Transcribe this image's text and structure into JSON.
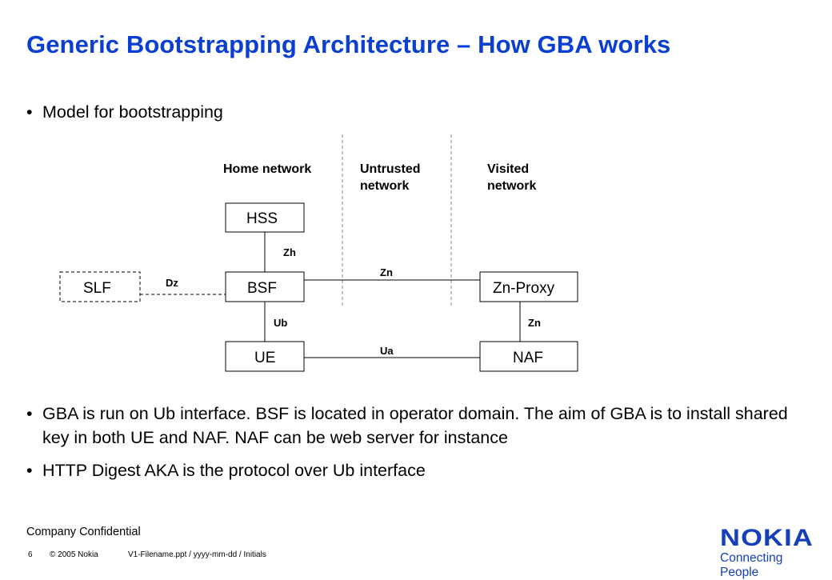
{
  "title": "Generic Bootstrapping Architecture – How GBA works",
  "bullets": [
    {
      "marker": "•",
      "text": "Model for bootstrapping"
    },
    {
      "marker": "•",
      "text": "GBA is run on Ub interface. BSF is located in operator domain. The aim of GBA is to install shared key in both UE and NAF. NAF can be web server for instance"
    },
    {
      "marker": "•",
      "text": "HTTP Digest AKA is the protocol over Ub interface"
    }
  ],
  "diagram": {
    "regions": {
      "home": "Home network",
      "untrusted_1": "Untrusted",
      "untrusted_2": "network",
      "visited_1": "Visited",
      "visited_2": "network"
    },
    "nodes": {
      "hss": "HSS",
      "bsf": "BSF",
      "ue": "UE",
      "slf": "SLF",
      "zn_proxy": "Zn-Proxy",
      "naf": "NAF"
    },
    "links": {
      "zh": "Zh",
      "dz": "Dz",
      "zn_top": "Zn",
      "ub": "Ub",
      "zn_right": "Zn",
      "ua": "Ua"
    }
  },
  "footer": {
    "confidential": "Company Confidential",
    "page_number": "6",
    "copyright": "© 2005  Nokia",
    "filename": "V1-Filename.ppt / yyyy-mm-dd / Initials"
  },
  "logo": {
    "wordmark": "NOKIA",
    "tagline": "Connecting People"
  }
}
